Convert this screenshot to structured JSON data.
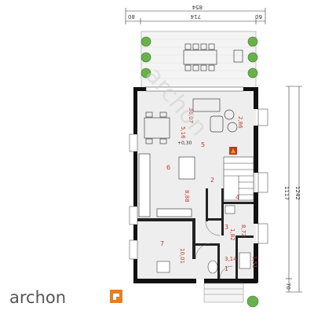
{
  "dimensions": {
    "total_width": "854",
    "terrace_left": "80",
    "terrace_mid": "714",
    "terrace_right": "60",
    "side_total": "1242",
    "side_main": "1117",
    "side_bottom": "70"
  },
  "rooms": [
    {
      "num": "5",
      "area": "36,07"
    },
    {
      "num": "2",
      "area": "8,88"
    },
    {
      "num": "6",
      "area": "5,16"
    },
    {
      "num": "7",
      "area": "10,01"
    },
    {
      "num": "4",
      "area": "8,72"
    },
    {
      "num": "3",
      "area": "1,82"
    },
    {
      "num": "1",
      "area": "3,14"
    }
  ],
  "labels": {
    "hall_area": "1,51",
    "stove_area": "2,86",
    "misc_area": "+0,30"
  },
  "watermark": "archon",
  "brand": {
    "name": "archon",
    "accent": "#e67e22"
  }
}
